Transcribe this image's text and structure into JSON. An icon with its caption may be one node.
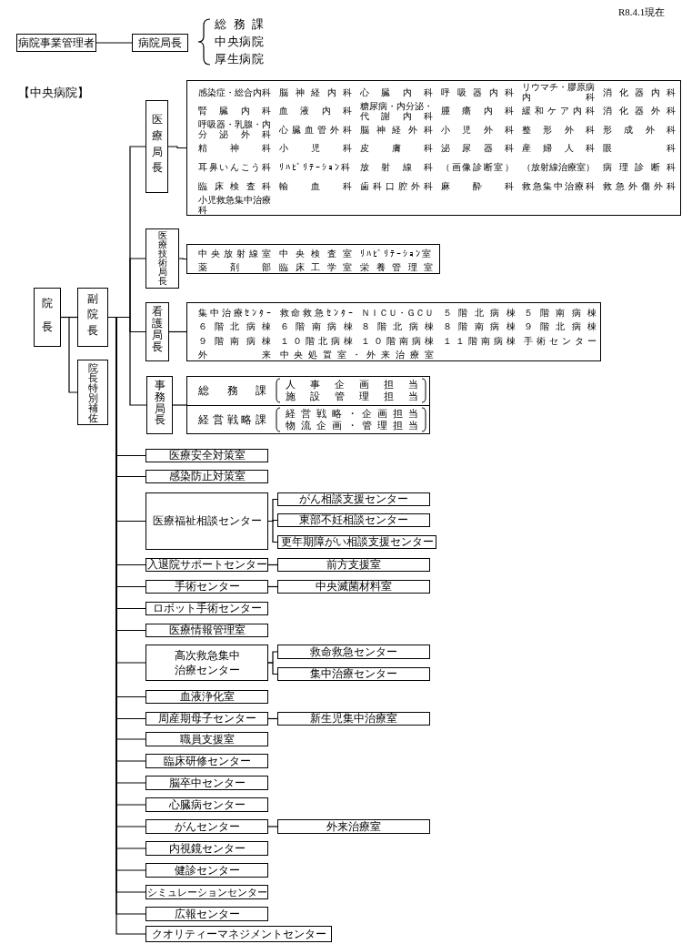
{
  "diagram": {
    "nodes": [
      {
        "text": [
          "病院事業管理者"
        ]
      },
      {
        "text": [
          "病院局長"
        ]
      },
      {
        "text": [
          "院長"
        ]
      },
      {
        "text": [
          "副院長"
        ]
      },
      {
        "text": [
          "院長特別補佐"
        ]
      },
      {
        "text": [
          "医療局長"
        ]
      },
      {
        "text": [
          "感染症・総合内科",
          "脳神経内科",
          "心臓内科",
          "呼吸器内科",
          "リウマチ・膠原病内科",
          "消化器内科",
          "腎臓内科",
          "血液内科",
          "糖尿病・内分泌・代謝内科",
          "腫瘍内科",
          "緩和ケア内科",
          "消化器外科",
          "呼吸器・乳腺・内分泌外科",
          "心臓血管外科",
          "脳神経外科",
          "小児外科",
          "整形外科",
          "形成外科",
          "精神科",
          "小児科",
          "皮膚科",
          "泌尿器科",
          "産婦人科",
          "眼科",
          "耳鼻いんこう科",
          "ﾘﾊﾋﾞﾘﾃｰｼｮﾝ科",
          "放射線科",
          "（画像診断室）",
          "（放射線治療室）",
          "病理診断科",
          "臨床検査科",
          "輸血科",
          "歯科口腔外科",
          "麻酔科",
          "救急集中治療科",
          "救急外傷外科",
          "小児救急集中治療科"
        ]
      },
      {
        "text": [
          "医療技術局長"
        ]
      },
      {
        "text": [
          "中央放射線室",
          "中央検査室",
          "ﾘﾊﾋﾞﾘﾃｰｼｮﾝ室",
          "薬剤部",
          "臨床工学室",
          "栄養管理室"
        ]
      },
      {
        "text": [
          "看護局長"
        ]
      },
      {
        "text": [
          "集中治療ｾﾝﾀｰ",
          "救命救急ｾﾝﾀｰ",
          "ＮＩＣＵ・ＧＣＵ",
          "５階北病棟",
          "５階南病棟",
          "６階北病棟",
          "６階南病棟",
          "８階北病棟",
          "８階南病棟",
          "９階北病棟",
          "９階南病棟",
          "１０階北病棟",
          "１０階南病棟",
          "１１階南病棟",
          "手術センター",
          "外来",
          "中央処置室・外来治療室"
        ]
      },
      {
        "text": [
          "事務局長"
        ]
      },
      {
        "text": [],
        "shape": "box"
      },
      {
        "text": [
          "総務課",
          "人事企画担当",
          "施設管理担当"
        ],
        "in": 12
      },
      {
        "text": [
          "経営戦略課",
          "経営戦略・企画担当",
          "物流企画・管理担当"
        ],
        "in": 12
      },
      {
        "text": [
          "医療安全対策室"
        ]
      },
      {
        "text": [
          "感染防止対策室"
        ]
      },
      {
        "text": [
          "医療福祉相談センター"
        ]
      },
      {
        "text": [
          "がん相談支援センター"
        ]
      },
      {
        "text": [
          "東部不妊相談センター"
        ]
      },
      {
        "text": [
          "更年期障がい相談支援センター"
        ]
      },
      {
        "text": [
          "入退院サポートセンター"
        ]
      },
      {
        "text": [
          "前方支援室"
        ]
      },
      {
        "text": [
          "手術センター"
        ]
      },
      {
        "text": [
          "中央滅菌材料室"
        ]
      },
      {
        "text": [
          "ロボット手術センター"
        ]
      },
      {
        "text": [
          "医療情報管理室"
        ]
      },
      {
        "text": [
          "高次救急集中治療センター"
        ]
      },
      {
        "text": [
          "救命救急センター"
        ]
      },
      {
        "text": [
          "集中治療センター"
        ]
      },
      {
        "text": [
          "血液浄化室"
        ]
      },
      {
        "text": [
          "周産期母子センター"
        ]
      },
      {
        "text": [
          "新生児集中治療室"
        ]
      },
      {
        "text": [
          "職員支援室"
        ]
      },
      {
        "text": [
          "臨床研修センター"
        ]
      },
      {
        "text": [
          "脳卒中センター"
        ]
      },
      {
        "text": [
          "心臓病センター"
        ]
      },
      {
        "text": [
          "がんセンター"
        ]
      },
      {
        "text": [
          "外来治療室"
        ]
      },
      {
        "text": [
          "内視鏡センター"
        ]
      },
      {
        "text": [
          "健診センター"
        ]
      },
      {
        "text": [
          "シミュレーションセンター"
        ]
      },
      {
        "text": [
          "広報センター"
        ]
      },
      {
        "text": [
          "クオリティーマネジメントセンター"
        ]
      }
    ],
    "edges": [
      {
        "from": 0,
        "to": 1,
        "arrow": "none"
      },
      {
        "from": 2,
        "to": 3,
        "arrow": "none"
      },
      {
        "from": 2,
        "to": 4,
        "arrow": "none"
      },
      {
        "from": 3,
        "to": 5,
        "arrow": "none"
      },
      {
        "from": 3,
        "to": 7,
        "arrow": "none"
      },
      {
        "from": 3,
        "to": 9,
        "arrow": "none"
      },
      {
        "from": 3,
        "to": 11,
        "arrow": "none"
      },
      {
        "from": 5,
        "to": 6,
        "arrow": "none"
      },
      {
        "from": 7,
        "to": 8,
        "arrow": "none"
      },
      {
        "from": 9,
        "to": 10,
        "arrow": "none"
      },
      {
        "from": 11,
        "to": 12,
        "arrow": "none"
      },
      {
        "from": 3,
        "to": 15,
        "arrow": "none"
      },
      {
        "from": 3,
        "to": 16,
        "arrow": "none"
      },
      {
        "from": 3,
        "to": 17,
        "arrow": "none"
      },
      {
        "from": 17,
        "to": 18,
        "arrow": "none"
      },
      {
        "from": 17,
        "to": 19,
        "arrow": "none"
      },
      {
        "from": 17,
        "to": 20,
        "arrow": "none"
      },
      {
        "from": 3,
        "to": 21,
        "arrow": "none"
      },
      {
        "from": 21,
        "to": 22,
        "arrow": "none"
      },
      {
        "from": 3,
        "to": 23,
        "arrow": "none"
      },
      {
        "from": 23,
        "to": 24,
        "arrow": "none"
      },
      {
        "from": 3,
        "to": 25,
        "arrow": "none"
      },
      {
        "from": 3,
        "to": 26,
        "arrow": "none"
      },
      {
        "from": 3,
        "to": 27,
        "arrow": "none"
      },
      {
        "from": 27,
        "to": 28,
        "arrow": "none"
      },
      {
        "from": 27,
        "to": 29,
        "arrow": "none"
      },
      {
        "from": 3,
        "to": 30,
        "arrow": "none"
      },
      {
        "from": 3,
        "to": 31,
        "arrow": "none"
      },
      {
        "from": 31,
        "to": 32,
        "arrow": "none"
      },
      {
        "from": 3,
        "to": 33,
        "arrow": "none"
      },
      {
        "from": 3,
        "to": 34,
        "arrow": "none"
      },
      {
        "from": 3,
        "to": 35,
        "arrow": "none"
      },
      {
        "from": 3,
        "to": 36,
        "arrow": "none"
      },
      {
        "from": 3,
        "to": 37,
        "arrow": "none"
      },
      {
        "from": 37,
        "to": 38,
        "arrow": "none"
      },
      {
        "from": 3,
        "to": 39,
        "arrow": "none"
      },
      {
        "from": 3,
        "to": 40,
        "arrow": "none"
      },
      {
        "from": 3,
        "to": 41,
        "arrow": "none"
      },
      {
        "from": 3,
        "to": 42,
        "arrow": "none"
      },
      {
        "from": 3,
        "to": 43,
        "arrow": "none"
      }
    ],
    "labels": [
      "R8.4.1現在",
      "総務課",
      "中央病院",
      "厚生病院",
      "【中央病院】"
    ]
  }
}
